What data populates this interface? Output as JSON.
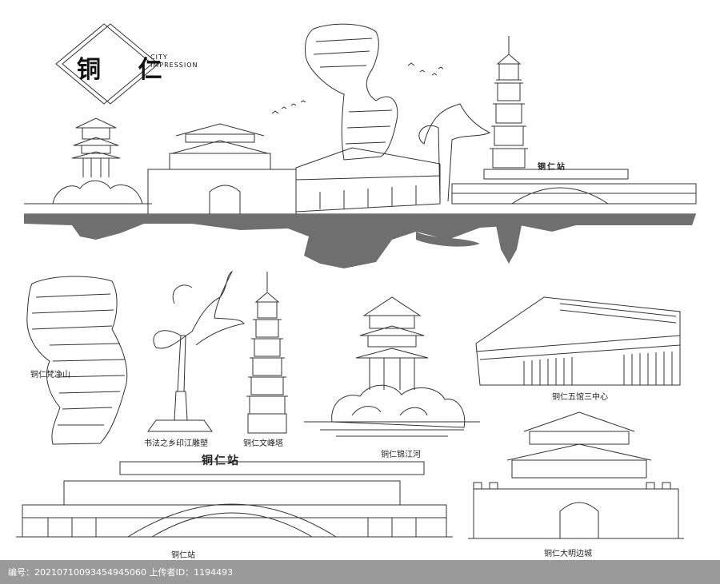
{
  "title": {
    "chinese": "铜 仁",
    "english_line1": "CITY",
    "english_line2": "IMPRESSION"
  },
  "skyline_station_sign": "铜仁站",
  "large_station_sign": "铜仁站",
  "labels": {
    "fanjingshan": "铜仁梵净山",
    "sculpture": "书法之乡印江雕塑",
    "pagoda": "铜仁文峰塔",
    "river": "铜仁锦江河",
    "center": "铜仁五馆三中心",
    "station": "铜仁站",
    "city_gate": "铜仁大明边城"
  },
  "footer": {
    "text": "编号：20210710093454945060 上传者ID：1194493"
  },
  "colors": {
    "line": "#333333",
    "shadow": "#6f6f6f",
    "footer_bg": "#9a9a9a",
    "background": "#ffffff"
  }
}
